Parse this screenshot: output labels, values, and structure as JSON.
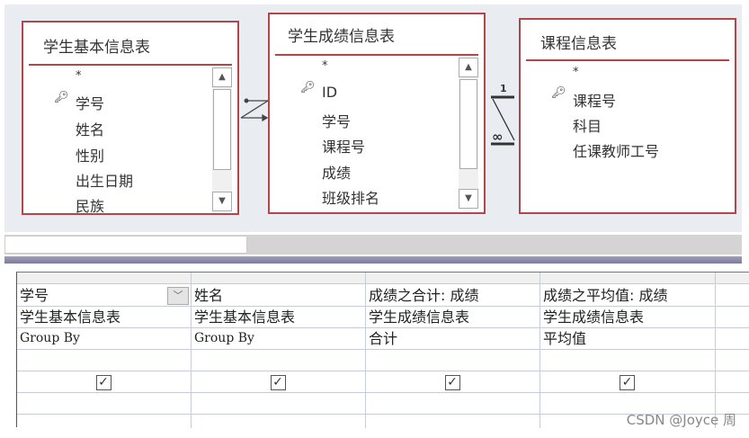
{
  "tables": [
    {
      "title": "学生基本信息表",
      "fields": [
        "*",
        "学号",
        "姓名",
        "性别",
        "出生日期",
        "民族"
      ],
      "key_field": "学号"
    },
    {
      "title": "学生成绩信息表",
      "fields": [
        "*",
        "ID",
        "学号",
        "课程号",
        "成绩",
        "班级排名"
      ],
      "key_field": "ID"
    },
    {
      "title": "课程信息表",
      "fields": [
        "*",
        "课程号",
        "科目",
        "任课教师工号"
      ],
      "key_field": "课程号"
    }
  ],
  "relationship": {
    "one_label": "1",
    "many_label": "∞"
  },
  "grid": {
    "columns": [
      {
        "field": "学号",
        "table": "学生基本信息表",
        "total": "Group By",
        "sort": "",
        "show": true
      },
      {
        "field": "姓名",
        "table": "学生基本信息表",
        "total": "Group By",
        "sort": "",
        "show": true
      },
      {
        "field": "成绩之合计: 成绩",
        "table": "学生成绩信息表",
        "total": "合计",
        "sort": "",
        "show": true
      },
      {
        "field": "成绩之平均值: 成绩",
        "table": "学生成绩信息表",
        "total": "平均值",
        "sort": "",
        "show": true
      }
    ]
  },
  "watermark": "CSDN @Joyce 周",
  "colors": {
    "table_border": "#b5454d",
    "design_bg": "#e9edf1",
    "splitter": "#8a8aa8"
  }
}
